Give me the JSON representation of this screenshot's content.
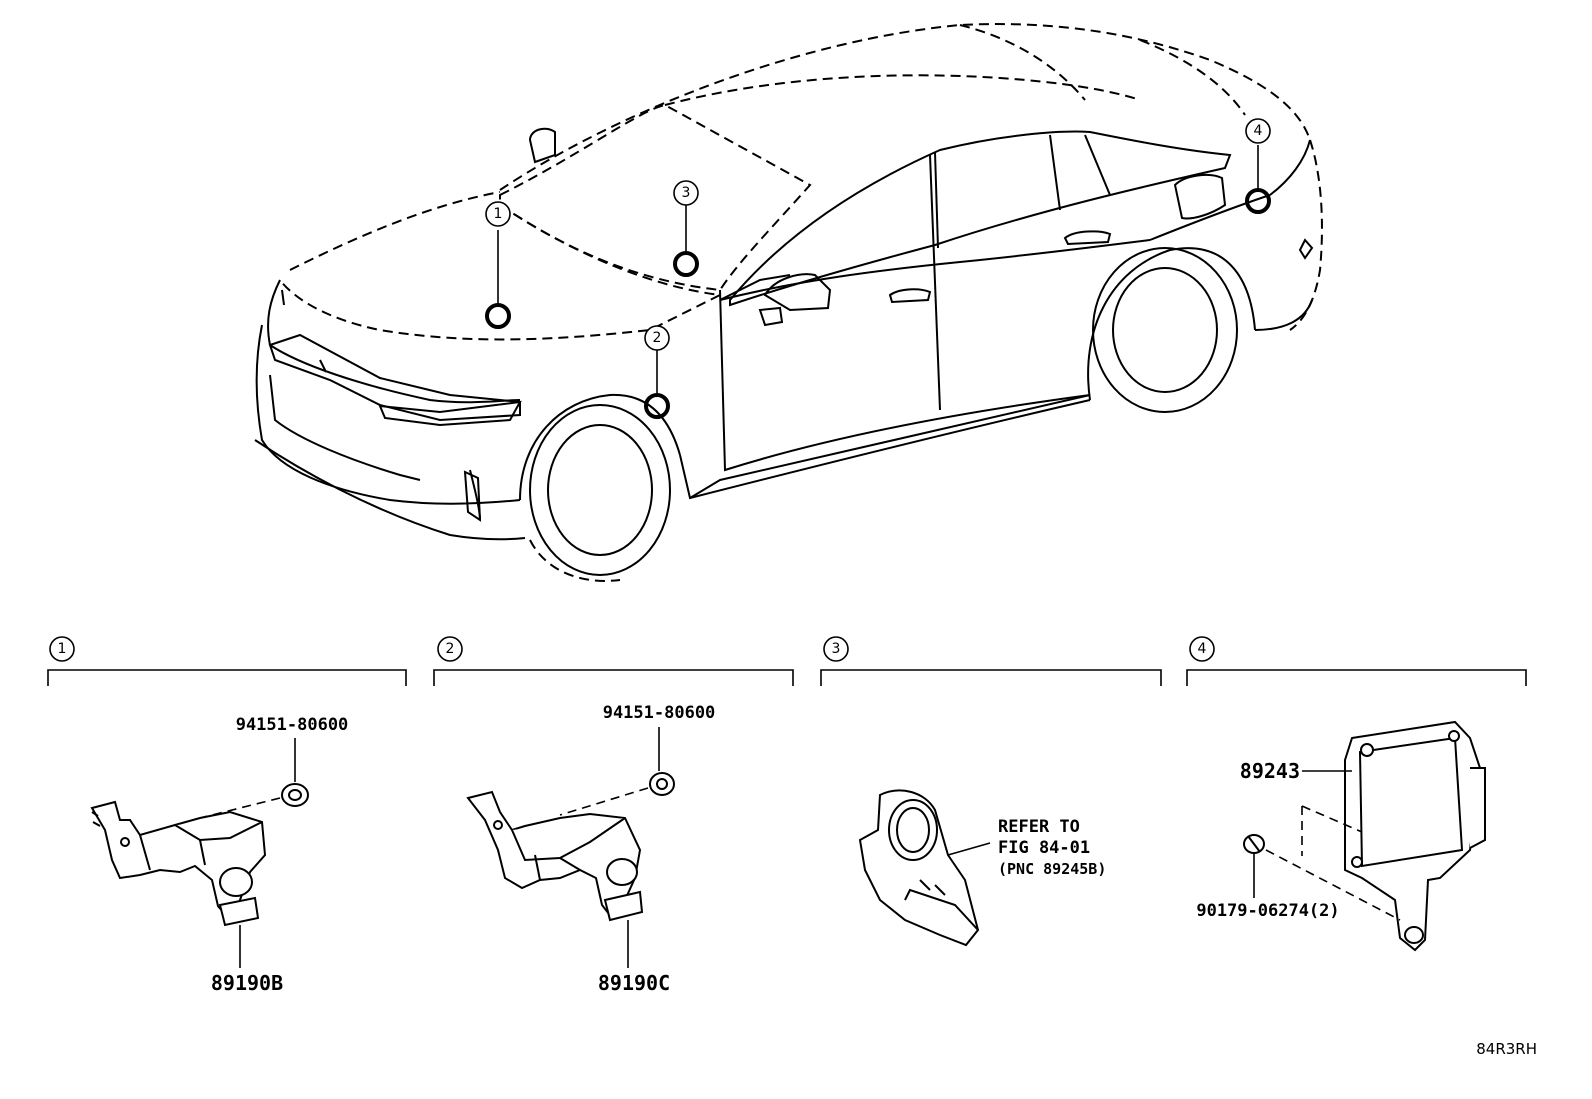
{
  "callouts": {
    "c1": "1",
    "c2": "2",
    "c3": "3",
    "c4": "4"
  },
  "sections": [
    {
      "number": "1",
      "parts": [
        {
          "label": "94151-80600"
        },
        {
          "label": "89190B"
        }
      ]
    },
    {
      "number": "2",
      "parts": [
        {
          "label": "94151-80600"
        },
        {
          "label": "89190C"
        }
      ]
    },
    {
      "number": "3",
      "refer": [
        "REFER TO",
        "FIG 84-01",
        "(PNC 89245B)"
      ]
    },
    {
      "number": "4",
      "parts": [
        {
          "label": "89243"
        },
        {
          "label": "90179-06274(2)"
        }
      ]
    }
  ],
  "diagram_ref": "84R3RH",
  "icons": {
    "car": "sedan-outline-illustration",
    "sensor": "height-sensor-bracket",
    "steering": "steering-angle-sensor",
    "ecu": "control-module-with-bracket",
    "nut": "flange-nut",
    "bolt": "bolt"
  }
}
